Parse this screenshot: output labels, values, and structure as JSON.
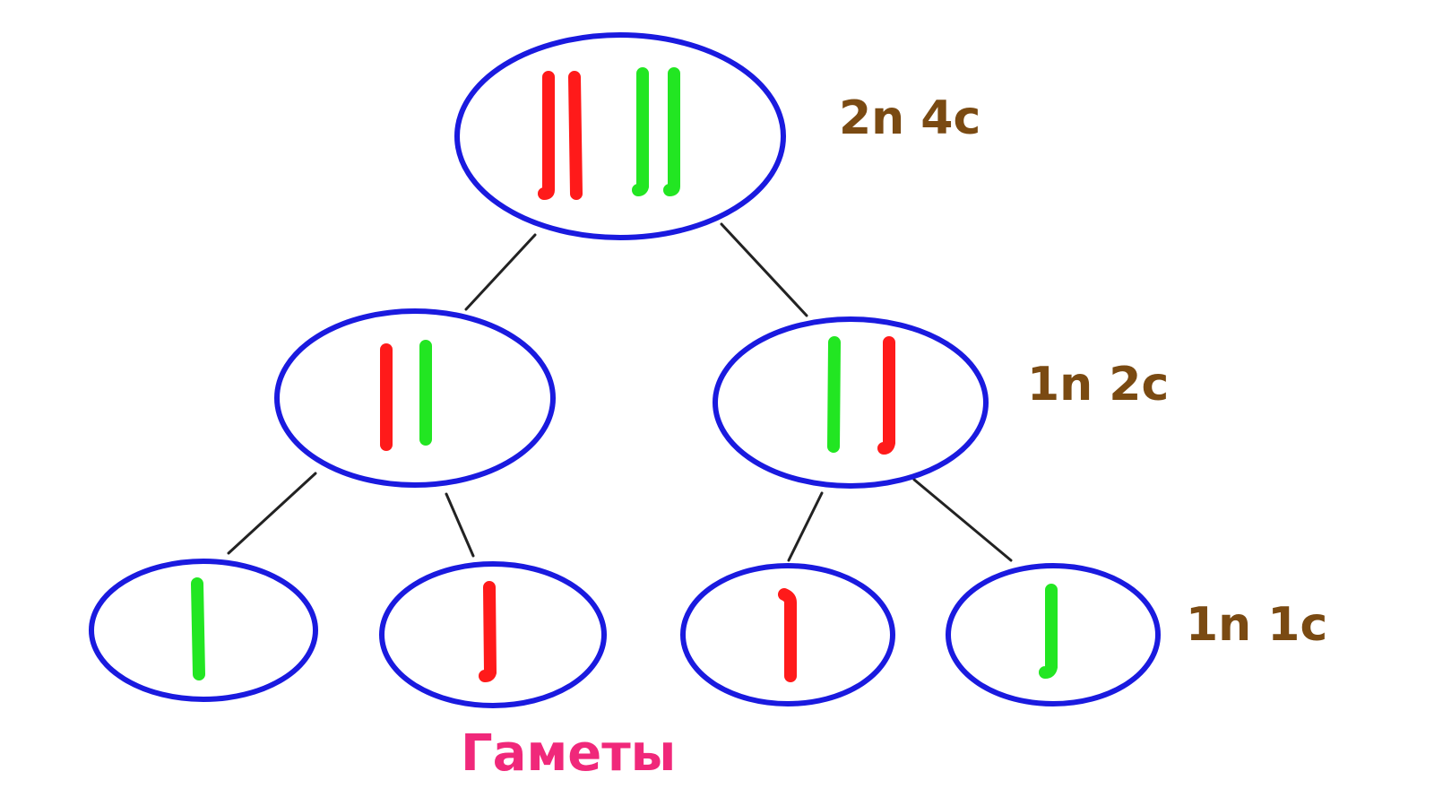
{
  "levels": [
    {
      "label": "2n 4c"
    },
    {
      "label": "1n 2c"
    },
    {
      "label": "1n 1c"
    }
  ],
  "gametes_label": "Гаметы",
  "colors": {
    "cell_outline": "#1a1adf",
    "chromosome_red": "#ff1a1a",
    "chromosome_green": "#22e622",
    "level_label": "#7a4a12",
    "gametes_label": "#f0287a",
    "connector": "#222222"
  },
  "cells": [
    {
      "id": "parent-cell",
      "chromosomes": [
        "red",
        "red",
        "green",
        "green"
      ]
    },
    {
      "id": "daughter-cell-left",
      "chromosomes": [
        "red",
        "green"
      ]
    },
    {
      "id": "daughter-cell-right",
      "chromosomes": [
        "green",
        "red"
      ]
    },
    {
      "id": "gamete-1",
      "chromosomes": [
        "green"
      ]
    },
    {
      "id": "gamete-2",
      "chromosomes": [
        "red"
      ]
    },
    {
      "id": "gamete-3",
      "chromosomes": [
        "red"
      ]
    },
    {
      "id": "gamete-4",
      "chromosomes": [
        "green"
      ]
    }
  ]
}
